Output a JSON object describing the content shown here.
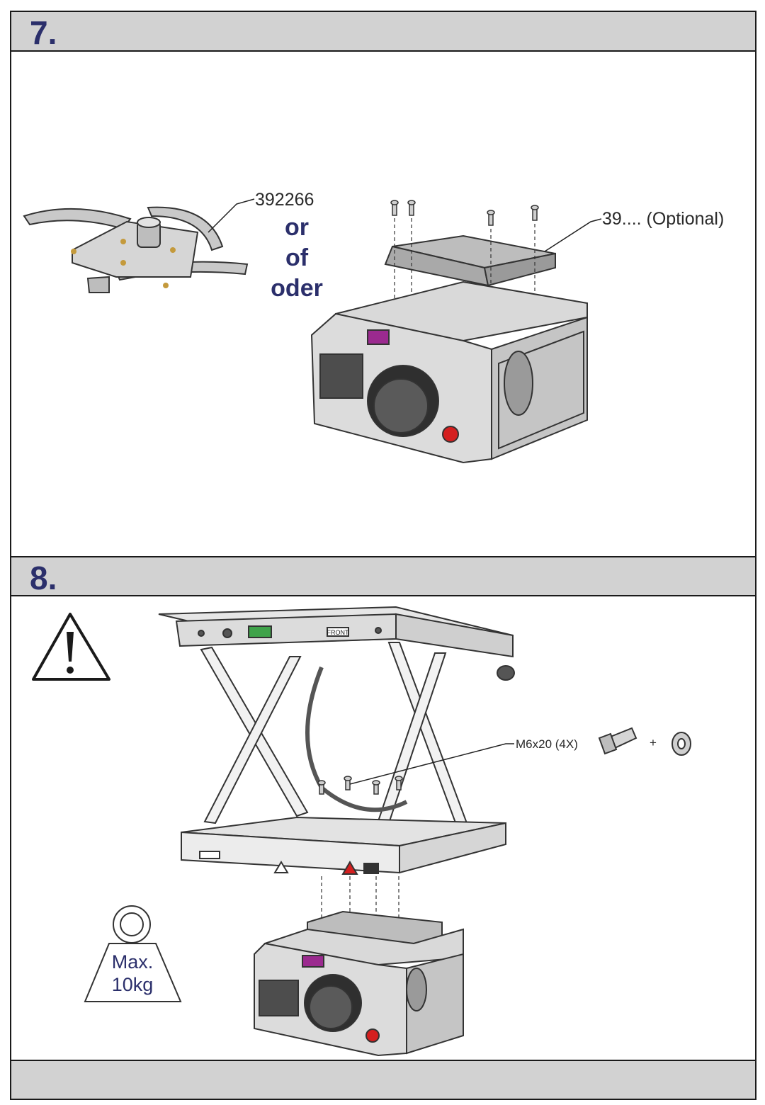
{
  "steps": [
    {
      "number": "7.",
      "part_label": "392266",
      "or_words": [
        "or",
        "of",
        "oder"
      ],
      "optional_label": "39.... (Optional)"
    },
    {
      "number": "8.",
      "bolt_label": "M6x20 (4X)",
      "plus": "+",
      "weight_label_1": "Max.",
      "weight_label_2": "10kg",
      "front_label": "FRONT"
    }
  ],
  "colors": {
    "header_bg": "#d2d2d2",
    "step_number": "#2b2f6b",
    "accent_purple": "#9b2a8f",
    "red_button": "#d41f1f"
  },
  "icons": [
    "warning-triangle-icon",
    "weight-icon",
    "bolt-icon",
    "washer-icon"
  ]
}
